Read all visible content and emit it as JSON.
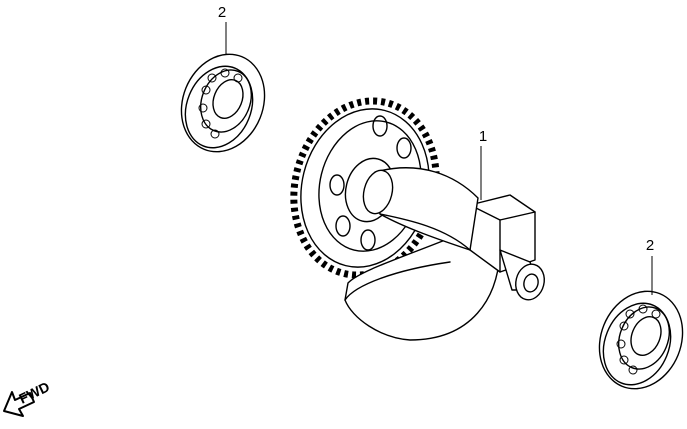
{
  "callouts": {
    "bearing_left": "2",
    "shaft": "1",
    "bearing_right": "2"
  },
  "direction": {
    "label": "FWD",
    "icon": "arrow-down-left-icon"
  }
}
